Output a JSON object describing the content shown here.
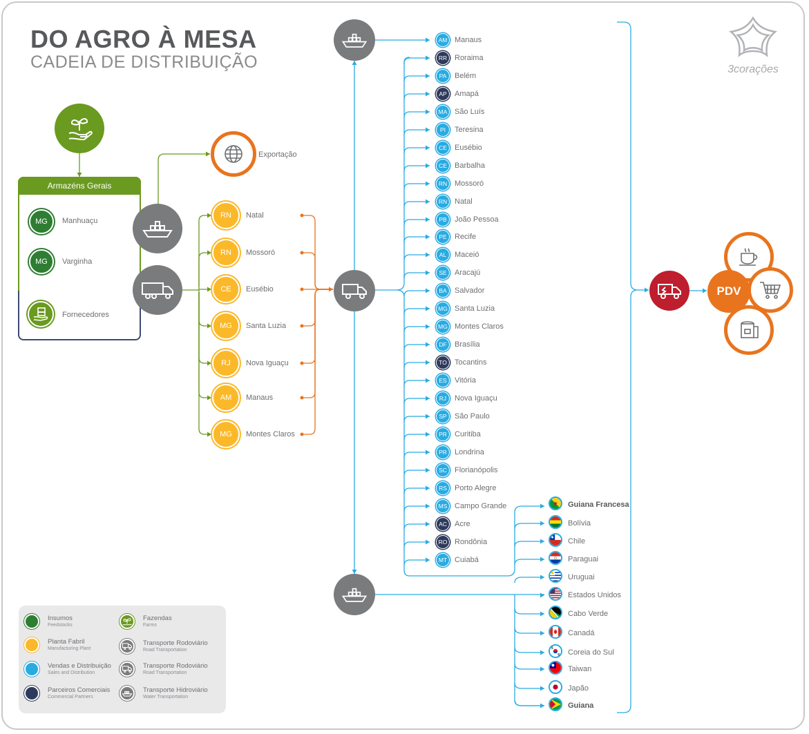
{
  "header": {
    "title": "DO AGRO À MESA",
    "subtitle": "CADEIA DE DISTRIBUIÇÃO"
  },
  "brand": {
    "name": "3corações"
  },
  "colors": {
    "green": "#6a9a1f",
    "dark_green": "#2e7d32",
    "orange": "#e8741e",
    "blue": "#29abe2",
    "navy": "#2e3a5c",
    "yellow": "#fbb829",
    "gray": "#7a7b7d",
    "red": "#be1e2d"
  },
  "warehouse": {
    "header": "Armazéns Gerais",
    "items": [
      {
        "code": "MG",
        "label": "Manhuaçu"
      },
      {
        "code": "MG",
        "label": "Varginha"
      }
    ],
    "supplier_label": "Fornecedores"
  },
  "export_label": "Exportação",
  "plants": [
    {
      "code": "RN",
      "label": "Natal"
    },
    {
      "code": "RN",
      "label": "Mossoró"
    },
    {
      "code": "CE",
      "label": "Eusébio"
    },
    {
      "code": "MG",
      "label": "Santa Luzia"
    },
    {
      "code": "RJ",
      "label": "Nova Iguaçu"
    },
    {
      "code": "AM",
      "label": "Manaus"
    },
    {
      "code": "MG",
      "label": "Montes Claros"
    }
  ],
  "distribution": [
    {
      "code": "AM",
      "label": "Manaus",
      "type": "sales"
    },
    {
      "code": "RR",
      "label": "Roraima",
      "type": "partner"
    },
    {
      "code": "PA",
      "label": "Belém",
      "type": "sales"
    },
    {
      "code": "AP",
      "label": "Amapá",
      "type": "partner"
    },
    {
      "code": "MA",
      "label": "São Luís",
      "type": "sales"
    },
    {
      "code": "PI",
      "label": "Teresina",
      "type": "sales"
    },
    {
      "code": "CE",
      "label": "Eusébio",
      "type": "sales"
    },
    {
      "code": "CE",
      "label": "Barbalha",
      "type": "sales"
    },
    {
      "code": "RN",
      "label": "Mossoró",
      "type": "sales"
    },
    {
      "code": "RN",
      "label": "Natal",
      "type": "sales"
    },
    {
      "code": "PB",
      "label": "João Pessoa",
      "type": "sales"
    },
    {
      "code": "PE",
      "label": "Recife",
      "type": "sales"
    },
    {
      "code": "AL",
      "label": "Maceió",
      "type": "sales"
    },
    {
      "code": "SE",
      "label": "Aracajú",
      "type": "sales"
    },
    {
      "code": "BA",
      "label": "Salvador",
      "type": "sales"
    },
    {
      "code": "MG",
      "label": "Santa Luzia",
      "type": "sales"
    },
    {
      "code": "MG",
      "label": "Montes Claros",
      "type": "sales"
    },
    {
      "code": "DF",
      "label": "Brasília",
      "type": "sales"
    },
    {
      "code": "TO",
      "label": "Tocantins",
      "type": "partner"
    },
    {
      "code": "ES",
      "label": "Vitória",
      "type": "sales"
    },
    {
      "code": "RJ",
      "label": "Nova Iguaçu",
      "type": "sales"
    },
    {
      "code": "SP",
      "label": "São Paulo",
      "type": "sales"
    },
    {
      "code": "PR",
      "label": "Curitiba",
      "type": "sales"
    },
    {
      "code": "PR",
      "label": "Londrina",
      "type": "sales"
    },
    {
      "code": "SC",
      "label": "Florianópolis",
      "type": "sales"
    },
    {
      "code": "RS",
      "label": "Porto Alegre",
      "type": "sales"
    },
    {
      "code": "MS",
      "label": "Campo Grande",
      "type": "sales"
    },
    {
      "code": "AC",
      "label": "Acre",
      "type": "partner"
    },
    {
      "code": "RO",
      "label": "Rondônia",
      "type": "partner"
    },
    {
      "code": "MT",
      "label": "Cuiabá",
      "type": "sales"
    }
  ],
  "south_america": [
    {
      "label": "Guiana Francesa",
      "flag": "french-guiana-flag",
      "bold": true
    },
    {
      "label": "Bolívia",
      "flag": "bolivia-flag",
      "bold": false
    },
    {
      "label": "Chile",
      "flag": "chile-flag",
      "bold": false
    },
    {
      "label": "Paraguai",
      "flag": "paraguay-flag",
      "bold": false
    },
    {
      "label": "Uruguai",
      "flag": "uruguay-flag",
      "bold": false
    }
  ],
  "overseas": [
    {
      "label": "Estados Unidos",
      "flag": "usa-flag",
      "bold": false
    },
    {
      "label": "Cabo Verde",
      "flag": "cape-verde-flag",
      "bold": false
    },
    {
      "label": "Canadá",
      "flag": "canada-flag",
      "bold": false
    },
    {
      "label": "Coreia do Sul",
      "flag": "south-korea-flag",
      "bold": false
    },
    {
      "label": "Taiwan",
      "flag": "taiwan-flag",
      "bold": false
    },
    {
      "label": "Japão",
      "flag": "japan-flag",
      "bold": false
    },
    {
      "label": "Guiana",
      "flag": "guyana-flag",
      "bold": true
    }
  ],
  "pdv": {
    "label": "PDV"
  },
  "legend": [
    {
      "title": "Insumos",
      "sub": "Feedstocks",
      "color": "#2e7d32",
      "icon": ""
    },
    {
      "title": "Planta Fabril",
      "sub": "Manufacturing Plant",
      "color": "#fbb829",
      "icon": ""
    },
    {
      "title": "Vendas e Distribuição",
      "sub": "Sales and Distribution",
      "color": "#29abe2",
      "icon": ""
    },
    {
      "title": "Parceiros Comerciais",
      "sub": "Commercial Partners",
      "color": "#2e3a5c",
      "icon": ""
    },
    {
      "title": "Fazendas",
      "sub": "Farms",
      "color": "#6a9a1f",
      "icon": "farm-icon"
    },
    {
      "title": "Transporte Rodoviário",
      "sub": "Road Transportation",
      "color": "#7a7b7d",
      "icon": "truck-icon"
    },
    {
      "title": "Transporte Rodoviário",
      "sub": "Road Transportation",
      "color": "#7a7b7d",
      "icon": "truck-icon"
    },
    {
      "title": "Transporte Hidroviário",
      "sub": "Water Transportation",
      "color": "#7a7b7d",
      "icon": "ship-icon"
    }
  ]
}
